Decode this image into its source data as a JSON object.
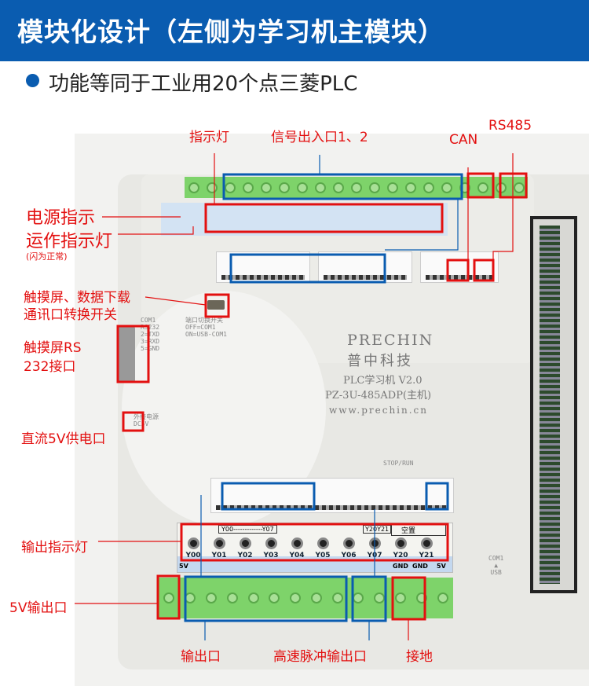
{
  "header": {
    "title": "模块化设计（左侧为学习机主模块）"
  },
  "subtitle": "功能等同于工业用20个点三菱PLC",
  "device": {
    "brand": "PRECHIN",
    "brand_cn": "普中科技",
    "model_line": "PLC学习机 V2.0",
    "model": "PZ-3U-485ADP(主机)",
    "website": "www.prechin.cn",
    "com1_text": "COM1\nRS232\n2=TXD\n3=RXD\n5=GND",
    "switch_text": "端口切换开关\nOFF=COM1\nON=USB-COM1",
    "power_text": "外接电源\nDC5V",
    "stop_run": "STOP/RUN",
    "usb_text": "COM1\n▲\nUSB",
    "output_group_1": "Y00-------------Y07",
    "output_group_2": "Y20Y21",
    "reserved": "空置",
    "output_leds": [
      "Y00",
      "Y01",
      "Y02",
      "Y03",
      "Y04",
      "Y05",
      "Y06",
      "Y07",
      "Y20",
      "Y21"
    ],
    "bottom_terms": [
      "5V",
      "GND",
      "GND",
      "5V"
    ]
  },
  "labels": {
    "indicator": "指示灯",
    "signal_io": "信号出入口1、2",
    "can": "CAN",
    "rs485": "RS485",
    "power_ind": "电源指示",
    "run_ind": "运作指示灯",
    "run_note": "(闪为正常)",
    "switch_1": "触摸屏、数据下载",
    "switch_2": "通讯口转换开关",
    "rs232_1": "触摸屏RS",
    "rs232_2": "232接口",
    "dc5v": "直流5V供电口",
    "out_ind": "输出指示灯",
    "out5v": "5V输出口",
    "output": "输出口",
    "hs_output": "高速脉冲输出口",
    "ground": "接地"
  },
  "colors": {
    "header": "#0a5cb0",
    "annotation_red": "#e31010",
    "annotation_blue": "#0a5cb0"
  }
}
